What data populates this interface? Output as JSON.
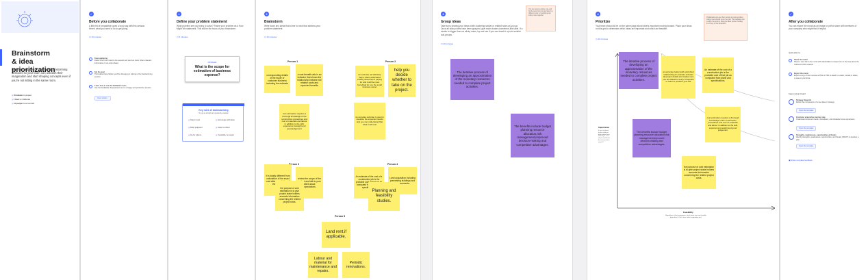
{
  "intro": {
    "title": "Brainstorm & idea prioritization",
    "title_line1": "Brainstorm",
    "title_line2": "& idea prioritization",
    "description": "Use this template in your own brainstorming sessions so your team can unleash their imagination and start shaping concepts even if you're not sitting in the same room.",
    "meta": [
      {
        "strong": "10 minutes",
        "rest": "to prepare"
      },
      {
        "strong": "1 hour",
        "rest": "to collaborate"
      },
      {
        "strong": "2-8 people",
        "rest": "recommended"
      }
    ]
  },
  "before": {
    "badge": "",
    "title": "Before you collaborate",
    "description": "A little bit of preparation goes a long way with this session. Here's what you need to do to get going.",
    "timer": "10 minutes",
    "steps": [
      {
        "letter": "A",
        "title": "Team gathering",
        "text": "Define who'll be invited to the session and send an invite. Share relevant information or pre-work ahead."
      },
      {
        "letter": "B",
        "title": "Set the goal",
        "text": "Think about the problem you'll be focusing on solving in the brainstorming session."
      },
      {
        "letter": "C",
        "title": "Learn how to use the facilitation tools",
        "text": "Use the Facilitation Superpowers to run a happy and productive session."
      }
    ],
    "open_article": "Open article"
  },
  "define": {
    "badge": "1",
    "title": "Define your problem statement",
    "description": "What problem are you trying to solve? Frame your problem as a How Might We statement. This will be the focus of your brainstorm.",
    "timer": "5 minutes",
    "card_tag": "PROBLEM",
    "card_question": "What is the scope for estimation of business expense?",
    "keyrules_title": "Key rules of brainstorming",
    "keyrules_sub": "To run an smooth and productive session",
    "rules": [
      "Stay in topic",
      "Encourage wild ideas",
      "Defer judgment",
      "Listen to others",
      "Go for volume",
      "If possible, be visual"
    ]
  },
  "brainstorm": {
    "badge": "2",
    "title": "Brainstorm",
    "description": "Write down any ideas that come to mind that address your problem statement.",
    "timer": "10 minutes",
    "persons": [
      "Person 1",
      "Person 2",
      "Person 3",
      "Person 4",
      "Person 5"
    ],
    "notes": [
      "corresponding details of the buyer or customer business including the estimate",
      "a cost benefit ratio is an indicator that shows the relationship between the relative costs and expected benefits",
      "An estimate will definitely help a client understand exactly what they're paying for and it will be more beneficial for you the small business owner",
      "help you decide whether to take on the project.",
      "cost estimation requires a thorough knowledge of the construction procedures and cost of materials and labour in addition to the skill, experience,foresight and good judgement",
      "an accurate estimate is used to visualize the expected results and you can understand that what it will cost",
      "It is totally different from calculation of the exact cost after completion of the project.",
      "review the scope of the project and talk to your client about expectations.",
      "An estimate of the cost of a construction job is the probable cost of that job as computed from plans and specifications.",
      "Land acquisition including preexisting buildings and improvements.",
      "the purpose of cost estimation is to give project stake holders accurate information concerning the related project costs.",
      "Planning and feasibility studies.",
      "Land rent,if applicable.",
      "Labour and material for maintenance and repairs.",
      "Periodic renovations."
    ]
  },
  "group": {
    "badge": "3",
    "title": "Group ideas",
    "description": "Take turns sharing your ideas while clustering similar or related notes as you go. Once all sticky notes have been grouped, give each cluster a sentence-like label. If a cluster is bigger than six sticky notes, try and see if you can break it up into smaller sub-groups.",
    "timer": "20 minutes",
    "tip": "You can select a sticky note and hit the pencil icon to tag, label it a different color, or quickly group sticky notes together.",
    "notes": [
      "The iterative process of developing an approximation of the monetary resources needed to complete project activities.",
      "The benefits include budget planning,resource allocation,risk management,improved decision-making and competitive advantages."
    ]
  },
  "prioritize": {
    "badge": "4",
    "title": "Prioritize",
    "description": "Your team should all be on the same page about what's important moving forward. Place your ideas on this grid to determine which ideas are important and which are feasible.",
    "timer": "20 minutes",
    "tip": "Participants can use their cursors to point at where sticky notes should go on the grid. The facilitator can confirm the spot by using the laser pointer holding the H key on the keyboard.",
    "y_axis": "Importance",
    "y_axis_sub": "If each of these tasks could get done without any difficulty or cost, which would have the most positive impact?",
    "x_axis": "Feasibility",
    "x_axis_sub": "Regardless of their importance, which tasks are more feasible than others? (Cost, time, effort, complexity, etc.)",
    "notes": [
      "The iterative process of developing an approximation of the monetary resources needed to complete project activities.",
      "an accurate helps build solid client relationship,an estimate includes all project details and makes sure you are ahead of every competitor in order to produce your bid",
      "An estimate of the cost of a construction job is the probable cost of that job as computed from plans and specifications.",
      "The benefits include budget planning,resource allocation,risk management,improved decision-making and competitive advantages.",
      "cost estimation requires a thorough knowledge of the construction procedures and cost of materials and labour in addition to the skill, experience,foresight and good judgement",
      "the purpose of cost estimation is to give project stake holders accurate information concerning the related project costs."
    ]
  },
  "after": {
    "title": "After you collaborate",
    "description": "You can export the mural as an image or pdf to share with members of your company who might find it helpful.",
    "quick_links": "Quick add-ons",
    "steps": [
      {
        "letter": "A",
        "title": "Share the mural",
        "text": "Share a view link to the mural with stakeholders to keep them in the loop about the outcomes of the session."
      },
      {
        "letter": "B",
        "title": "Export the mural",
        "text": "Export a copy of the mural as a PNG or PDF to attach in emails, include in slides, or save in your drive."
      }
    ],
    "keep_moving": "Keep moving forward",
    "templates": [
      {
        "title": "Strategy blueprint",
        "text": "Define the components of a new idea or strategy.",
        "link": "Open the template"
      },
      {
        "title": "Customer experience journey map",
        "text": "Understand customer needs, motivations, and obstacles for an experience.",
        "link": "Open the template"
      },
      {
        "title": "Strengths, weaknesses, opportunities & threats",
        "text": "Identify strengths, weaknesses, opportunities, and threats (SWOT) to develop a plan.",
        "link": "Open the template"
      }
    ],
    "share_feedback": "Share template feedback"
  },
  "colors": {
    "accent": "#4262ff",
    "sticky_yellow": "#fef06e",
    "sticky_purple": "#a07ce1"
  }
}
